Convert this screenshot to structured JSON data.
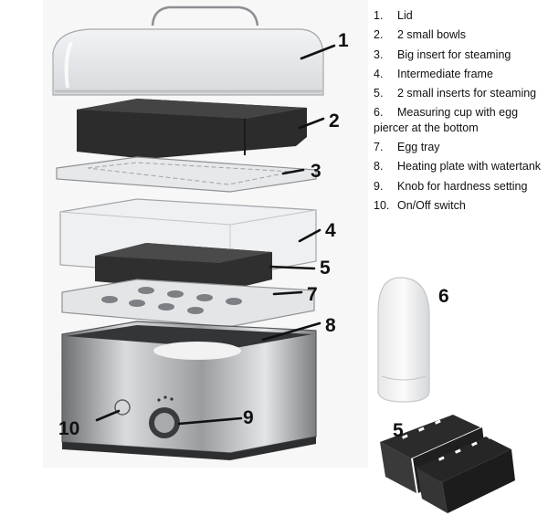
{
  "parts": [
    {
      "number": "1.",
      "name": "Lid"
    },
    {
      "number": "2.",
      "name": "2 small bowls"
    },
    {
      "number": "3.",
      "name": "Big insert for steaming"
    },
    {
      "number": "4.",
      "name": "Intermediate frame"
    },
    {
      "number": "5.",
      "name": "2 small inserts for steaming"
    },
    {
      "number": "6.",
      "name": "Measuring cup with egg piercer at the bottom"
    },
    {
      "number": "7.",
      "name": "Egg tray"
    },
    {
      "number": "8.",
      "name": "Heating plate with watertank"
    },
    {
      "number": "9.",
      "name": "Knob for hardness setting"
    },
    {
      "number": "10.",
      "name": "On/Off switch"
    }
  ],
  "callouts": {
    "lid": "1",
    "small_bowls": "2",
    "big_insert": "3",
    "intermediate_frame": "4",
    "small_inserts": "5",
    "measuring_cup": "6",
    "egg_tray": "7",
    "heating_plate": "8",
    "knob": "9",
    "switch": "10",
    "detail_small_inserts": "5"
  }
}
